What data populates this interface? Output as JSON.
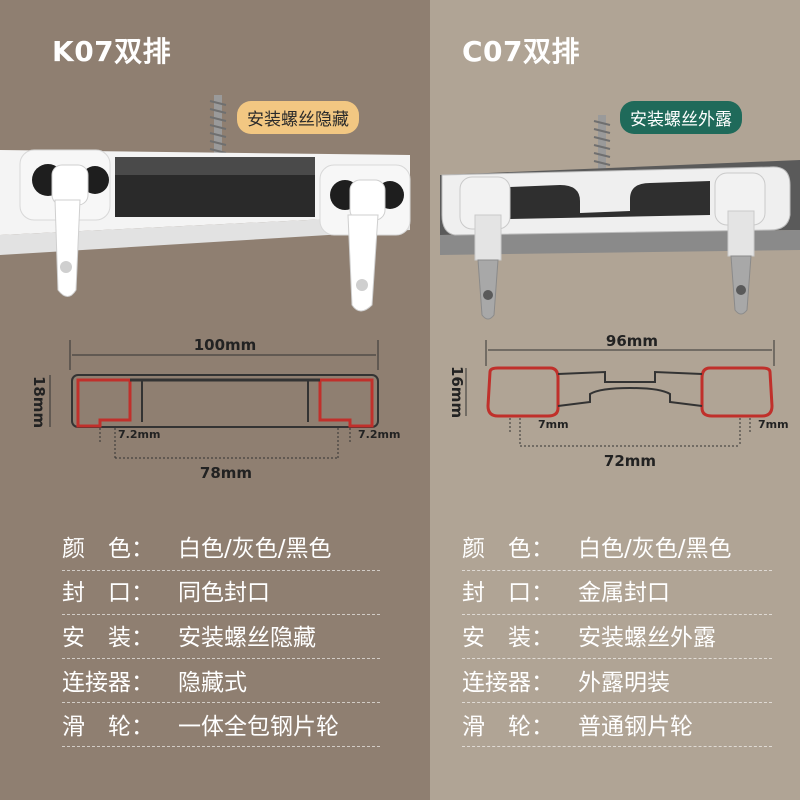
{
  "left": {
    "title": "K07双排",
    "bubble": "安装螺丝隐藏",
    "dims": {
      "width": "100mm",
      "height": "18mm",
      "gap_left": "7.2mm",
      "gap_right": "7.2mm",
      "inner": "78mm"
    },
    "specs": [
      {
        "key": "颜　色：",
        "value": "白色/灰色/黑色"
      },
      {
        "key": "封　口：",
        "value": "同色封口"
      },
      {
        "key": "安　装：",
        "value": "安装螺丝隐藏"
      },
      {
        "key": "连接器：",
        "value": "隐藏式"
      },
      {
        "key": "滑　轮：",
        "value": "一体全包钢片轮"
      }
    ]
  },
  "right": {
    "title": "C07双排",
    "bubble": "安装螺丝外露",
    "dims": {
      "width": "96mm",
      "height": "16mm",
      "gap_left": "7mm",
      "gap_right": "7mm",
      "inner": "72mm"
    },
    "specs": [
      {
        "key": "颜　色：",
        "value": "白色/灰色/黑色"
      },
      {
        "key": "封　口：",
        "value": "金属封口"
      },
      {
        "key": "安　装：",
        "value": "安装螺丝外露"
      },
      {
        "key": "连接器：",
        "value": "外露明装"
      },
      {
        "key": "滑　轮：",
        "value": "普通钢片轮"
      }
    ]
  },
  "colors": {
    "left_bg": "#8f7f71",
    "right_bg": "#b0a495",
    "gold_bubble": "#f2c782",
    "green_bubble": "#1f6a5a",
    "profile_outline": "#c0302b"
  }
}
